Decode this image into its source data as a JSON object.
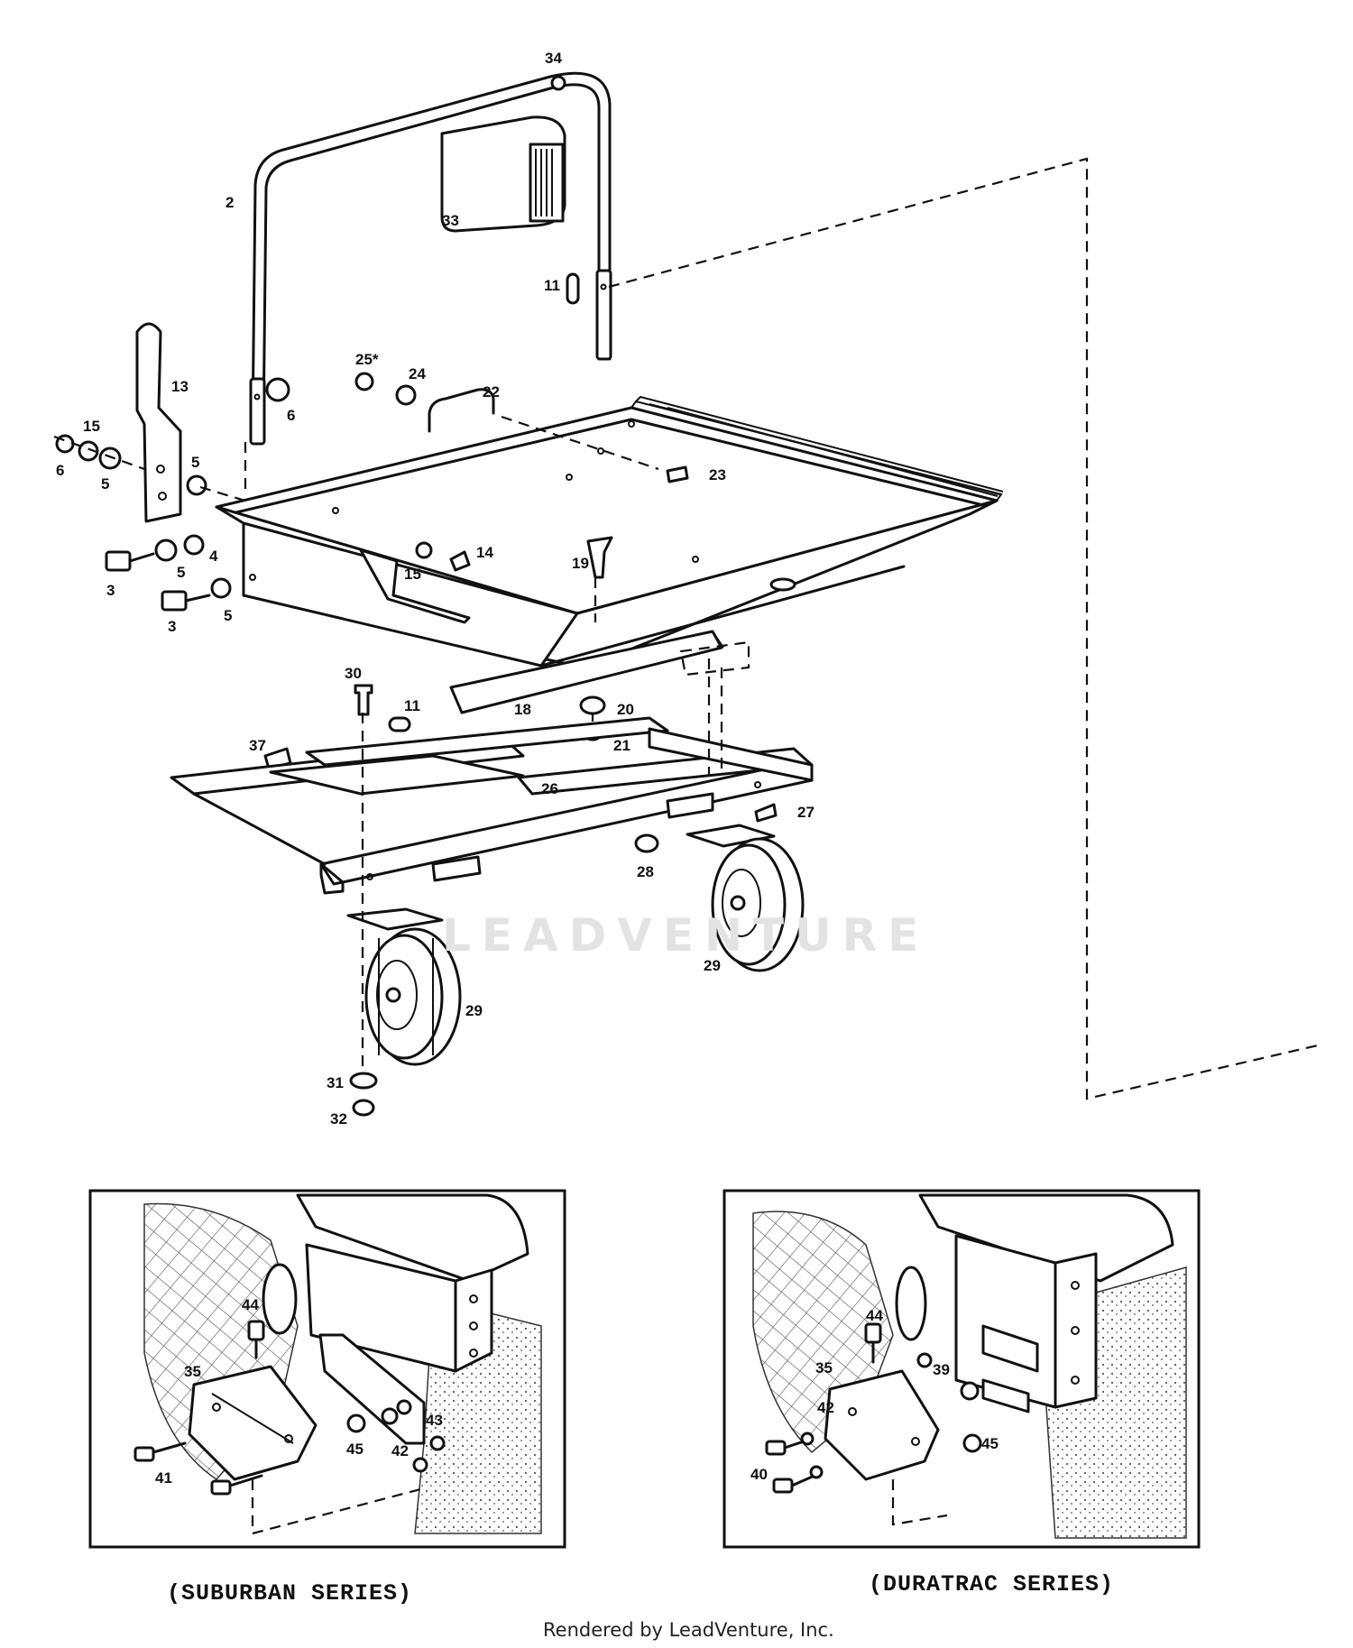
{
  "callouts": {
    "c34": "34",
    "c2": "2",
    "c33": "33",
    "c11a": "11",
    "c13": "13",
    "c25": "25*",
    "c24": "24",
    "c22": "22",
    "c6a": "6",
    "c15a": "15",
    "c6b": "6",
    "c5a": "5",
    "c5b": "5",
    "c23": "23",
    "c3a": "3",
    "c5c": "5",
    "c4": "4",
    "c14": "14",
    "c15b": "15",
    "c19": "19",
    "c3b": "3",
    "c5d": "5",
    "c30": "30",
    "c11b": "11",
    "c18": "18",
    "c20": "20",
    "c21": "21",
    "c37": "37",
    "c26": "26",
    "c27": "27",
    "c28": "28",
    "c29a": "29",
    "c29b": "29",
    "c31": "31",
    "c32": "32",
    "s44": "44",
    "s35": "35",
    "s43": "43",
    "s45": "45",
    "s42": "42",
    "s41": "41",
    "d44": "44",
    "d35": "35",
    "d39": "39",
    "d42": "42",
    "d45": "45",
    "d40": "40"
  },
  "captions": {
    "suburban": "(SUBURBAN SERIES)",
    "duratrac": "(DURATRAC SERIES)"
  },
  "watermark": "LEADVENTURE",
  "footer": "Rendered by LeadVenture, Inc."
}
